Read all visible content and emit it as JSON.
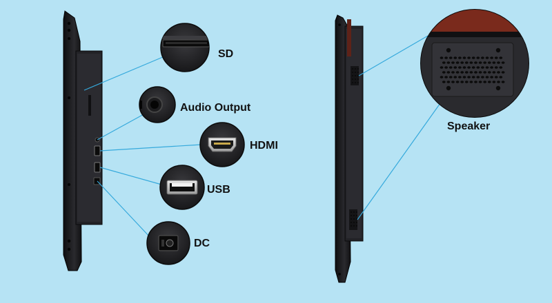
{
  "colors": {
    "background": "#b6e3f4",
    "leader_line": "#35a9dc",
    "device_body": "#17171a",
    "accent_red": "#7a2a1c"
  },
  "callouts": {
    "sd": {
      "label": "SD",
      "icon": "sd-slot-icon"
    },
    "audio": {
      "label": "Audio Output",
      "icon": "audio-jack-icon"
    },
    "hdmi": {
      "label": "HDMI",
      "icon": "hdmi-port-icon"
    },
    "usb": {
      "label": "USB",
      "icon": "usb-port-icon"
    },
    "dc": {
      "label": "DC",
      "icon": "dc-power-jack-icon"
    },
    "speaker": {
      "label": "Speaker",
      "icon": "speaker-grille-icon"
    }
  }
}
